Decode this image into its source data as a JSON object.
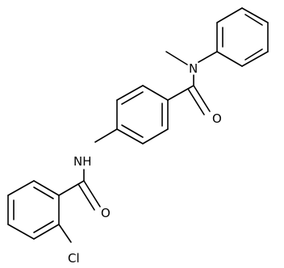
{
  "molecule": {
    "atoms": {
      "nitrogen_methyl": "N",
      "oxygen_upper": "O",
      "amide_nh": "NH",
      "oxygen_lower": "O",
      "chlorine": "Cl"
    },
    "colors": {
      "bond": "#000000",
      "label": "#000000",
      "background": "#ffffff"
    }
  }
}
